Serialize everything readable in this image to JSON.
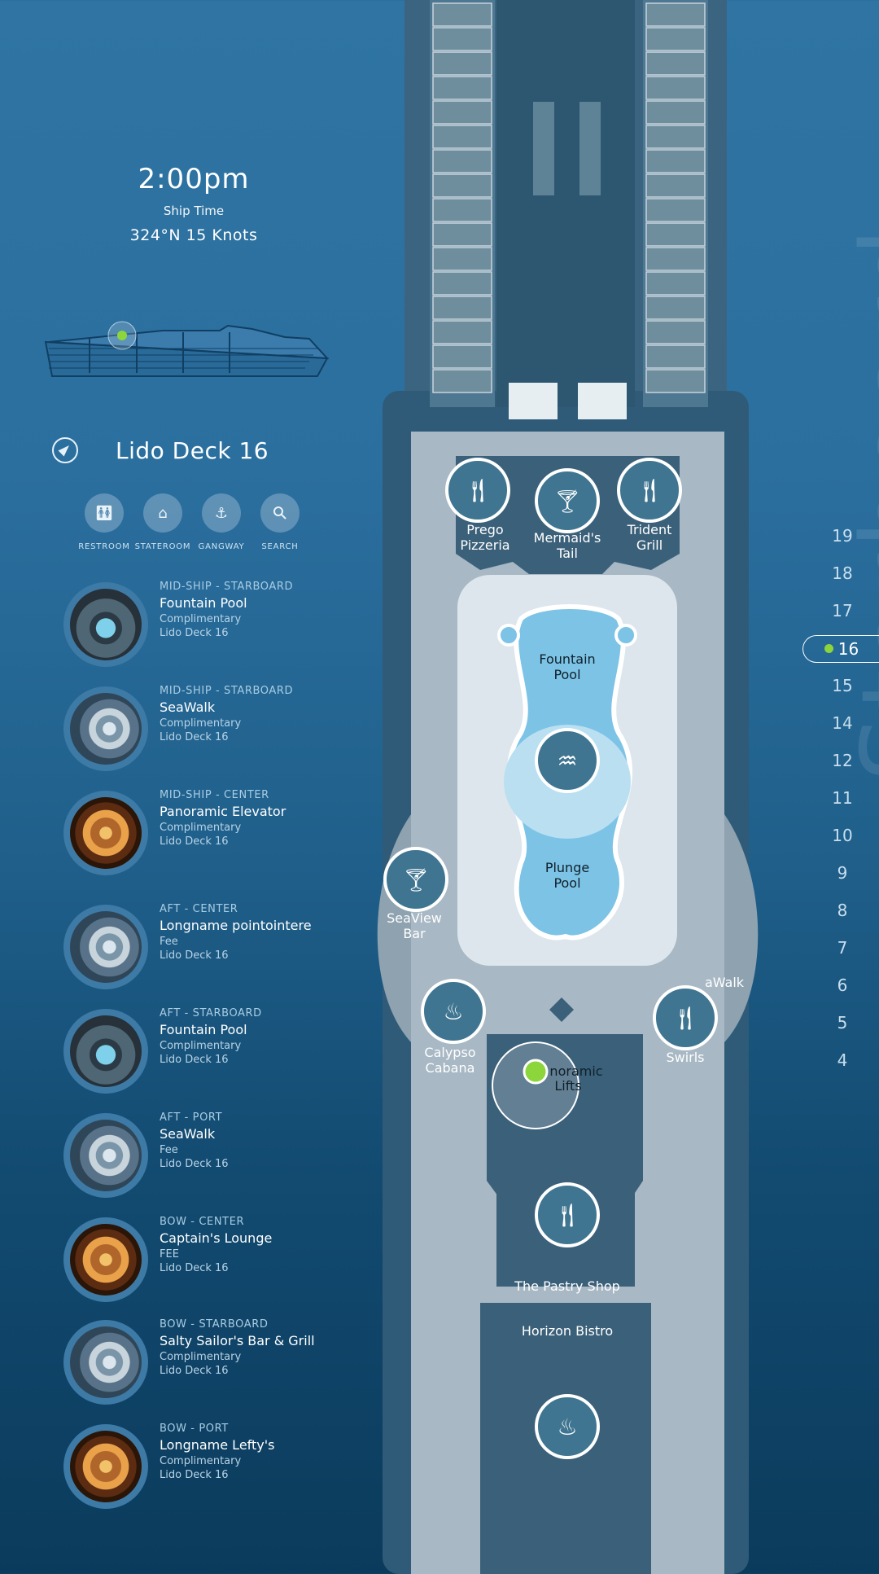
{
  "header": {
    "time": "2:00pm",
    "time_label": "Ship Time",
    "heading": "324°N 15 Knots"
  },
  "deck": {
    "title": "Lido Deck 16"
  },
  "quick_actions": [
    {
      "label": "RESTROOM",
      "icon": "restroom-icon"
    },
    {
      "label": "STATEROOM",
      "icon": "bed-icon"
    },
    {
      "label": "GANGWAY",
      "icon": "gangway-icon"
    },
    {
      "label": "SEARCH",
      "icon": "search-icon"
    }
  ],
  "pois": [
    {
      "location": "MID-SHIP - STARBOARD",
      "name": "Fountain Pool",
      "fee": "Complimentary",
      "deck": "Lido Deck 16",
      "thumb": "pool"
    },
    {
      "location": "MID-SHIP - STARBOARD",
      "name": "SeaWalk",
      "fee": "Complimentary",
      "deck": "Lido Deck 16",
      "thumb": "walk"
    },
    {
      "location": "MID-SHIP - CENTER",
      "name": "Panoramic Elevator",
      "fee": "Complimentary",
      "deck": "Lido Deck 16",
      "thumb": "atrium"
    },
    {
      "location": "AFT - CENTER",
      "name": "Longname pointointere",
      "fee": "Fee",
      "deck": "Lido Deck 16",
      "thumb": "walk"
    },
    {
      "location": "AFT - STARBOARD",
      "name": "Fountain Pool",
      "fee": "Complimentary",
      "deck": "Lido Deck 16",
      "thumb": "pool"
    },
    {
      "location": "AFT - PORT",
      "name": "SeaWalk",
      "fee": "Fee",
      "deck": "Lido Deck 16",
      "thumb": "walk"
    },
    {
      "location": "BOW - CENTER",
      "name": "Captain's Lounge",
      "fee": "FEE",
      "deck": "Lido Deck 16",
      "thumb": "atrium"
    },
    {
      "location": "BOW - STARBOARD",
      "name": "Salty Sailor's Bar & Grill",
      "fee": "Complimentary",
      "deck": "Lido Deck 16",
      "thumb": "walk"
    },
    {
      "location": "BOW - PORT",
      "name": "Longname Lefty's",
      "fee": "Complimentary",
      "deck": "Lido Deck 16",
      "thumb": "atrium"
    }
  ],
  "map_labels": {
    "prego_1": "Prego",
    "prego_2": "Pizzeria",
    "mermaid_1": "Mermaid's",
    "mermaid_2": "Tail",
    "trident_1": "Trident",
    "trident_2": "Grill",
    "fountain_1": "Fountain",
    "fountain_2": "Pool",
    "plunge_1": "Plunge",
    "plunge_2": "Pool",
    "seaview_1": "SeaView",
    "seaview_2": "Bar",
    "calypso_1": "Calypso",
    "calypso_2": "Cabana",
    "lifts_1": "noramic",
    "lifts_2": "Lifts",
    "swirls": "Swirls",
    "seawalk": "aWalk",
    "pastry": "The Pastry Shop",
    "horizon": "Horizon Bistro"
  },
  "decks": [
    "19",
    "18",
    "17",
    "16",
    "15",
    "14",
    "12",
    "11",
    "10",
    "9",
    "8",
    "7",
    "6",
    "5",
    "4"
  ],
  "active_deck": "16",
  "side_label": "Starboard",
  "colors": {
    "accent_green": "#8cd53b",
    "hull": "#a3b3c0",
    "pool": "#7cc3e6",
    "marker": "#3f7591"
  }
}
